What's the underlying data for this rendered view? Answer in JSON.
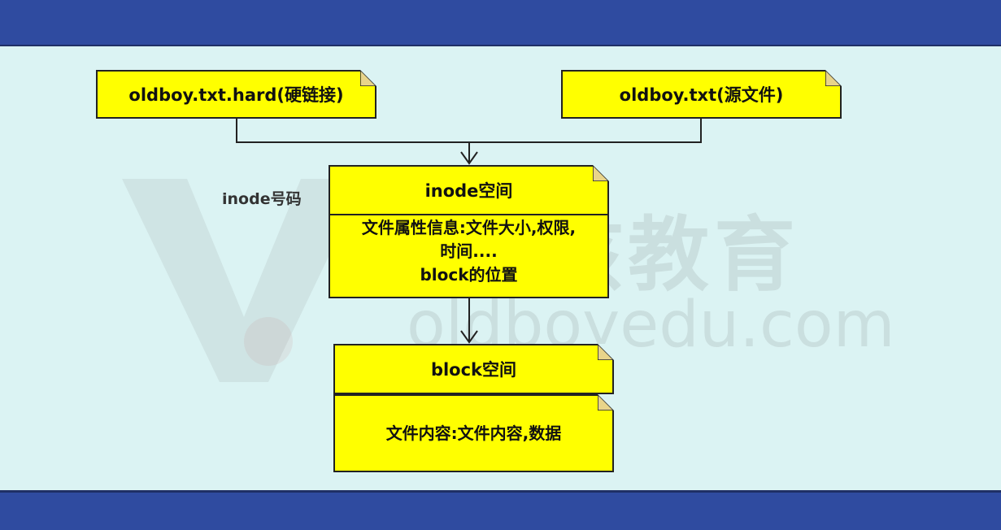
{
  "colors": {
    "bar": "#2f4ba0",
    "background": "#dbf3f3",
    "note_fill": "#ffff00",
    "note_border": "#222222"
  },
  "diagram": {
    "left_note": {
      "label": "oldboy.txt.hard(硬链接)"
    },
    "right_note": {
      "label": "oldboy.txt(源文件)"
    },
    "inode_side_label": "inode号码",
    "inode_note": {
      "title": "inode空间",
      "lines": [
        "文件属性信息:文件大小,权限,",
        "时间....",
        "block的位置"
      ]
    },
    "block_note": {
      "title": "block空间",
      "content": "文件内容:文件内容,数据"
    }
  },
  "watermark": {
    "brand_cn": "男孩教育",
    "brand_en": "oldboyedu.com"
  }
}
